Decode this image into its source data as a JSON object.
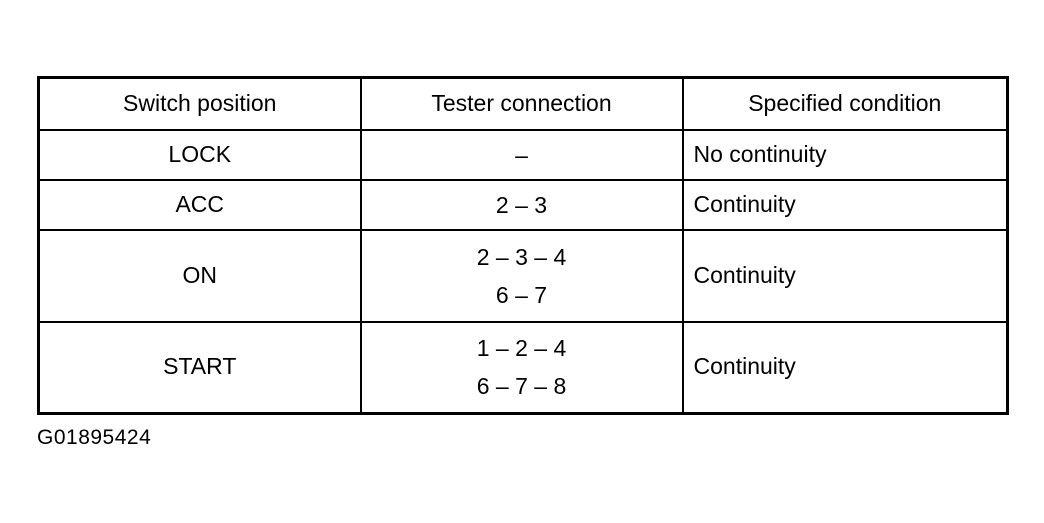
{
  "table": {
    "headers": [
      "Switch position",
      "Tester connection",
      "Specified condition"
    ],
    "rows": [
      {
        "position": "LOCK",
        "connection": [
          "–"
        ],
        "condition": "No continuity"
      },
      {
        "position": "ACC",
        "connection": [
          "2 – 3"
        ],
        "condition": "Continuity"
      },
      {
        "position": "ON",
        "connection": [
          "2 – 3 – 4",
          "6 – 7"
        ],
        "condition": "Continuity"
      },
      {
        "position": "START",
        "connection": [
          "1 – 2 – 4",
          "6 – 7 – 8"
        ],
        "condition": "Continuity"
      }
    ]
  },
  "figure_id": "G01895424"
}
